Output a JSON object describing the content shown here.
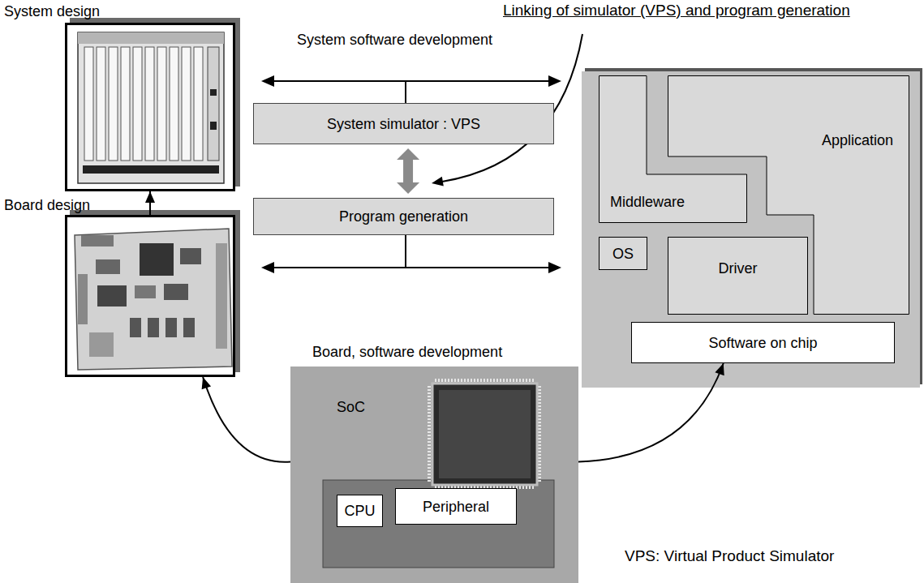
{
  "diagram": {
    "nodes": [
      {
        "text": [
          "System design"
        ]
      },
      {
        "text": [
          "System simulator : VPS"
        ]
      },
      {
        "text": [
          "Middleware"
        ]
      },
      {
        "text": [
          "Application"
        ]
      },
      {
        "text": [
          "OS"
        ]
      },
      {
        "text": [
          "Driver"
        ]
      },
      {
        "text": [
          "Board design"
        ]
      },
      {
        "text": [
          "Program generation"
        ]
      },
      {
        "text": [
          "Software on chip"
        ]
      },
      {
        "text": [
          "SoC"
        ]
      },
      {
        "text": [
          "CPU"
        ],
        "in": 9
      },
      {
        "text": [
          "Peripheral"
        ],
        "in": 9
      }
    ],
    "edges": [
      {
        "from": 6,
        "to": 0,
        "arrow": "to"
      },
      {
        "from": 1,
        "to": 7,
        "arrow": "both"
      },
      {
        "from": 9,
        "to": 6,
        "arrow": "to"
      },
      {
        "from": 9,
        "to": 8,
        "arrow": "to"
      }
    ],
    "labels": [
      "Linking of simulator (VPS) and program generation",
      "System software development",
      "Board, software development",
      "VPS: Virtual Product Simulator"
    ]
  }
}
